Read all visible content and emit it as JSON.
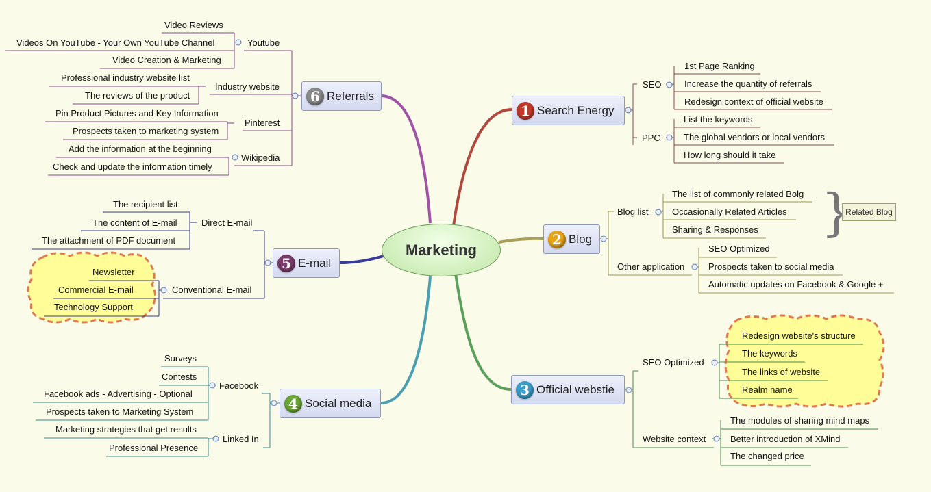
{
  "center": "Marketing",
  "topics": {
    "search_energy": {
      "number": "1",
      "label": "Search Energy",
      "color": "#c0392b"
    },
    "blog": {
      "number": "2",
      "label": "Blog",
      "color": "#e8a317"
    },
    "official_website": {
      "number": "3",
      "label": "Official webstie",
      "color": "#3a9ec9"
    },
    "social_media": {
      "number": "4",
      "label": "Social media",
      "color": "#6aa634"
    },
    "email": {
      "number": "5",
      "label": "E-mail",
      "color": "#7a3a6a"
    },
    "referrals": {
      "number": "6",
      "label": "Referrals",
      "color": "#8a8a8a"
    }
  },
  "search_energy": {
    "seo": "SEO",
    "seo_items": [
      "1st Page Ranking",
      "Increase the quantity of referrals",
      "Redesign context of official website"
    ],
    "ppc": "PPC",
    "ppc_items": [
      "List the keywords",
      "The global vendors or local vendors",
      "How long should it take"
    ]
  },
  "blog": {
    "blog_list": "Blog list",
    "blog_list_items": [
      "The list of commonly related Bolg",
      "Occasionally Related Articles",
      "Sharing & Responses"
    ],
    "related_blog": "Related Blog",
    "other_application": "Other application",
    "other_items": [
      "SEO Optimized",
      "Prospects taken to social media",
      "Automatic updates on Facebook & Google +"
    ]
  },
  "official_website": {
    "seo_optimized": "SEO Optimized",
    "seo_items": [
      "Redesign website's structure",
      "The keywords",
      "The links of website",
      "Realm name"
    ],
    "website_context": "Website context",
    "context_items": [
      "The modules of sharing mind maps",
      "Better introduction of XMind",
      "The changed price"
    ]
  },
  "social_media": {
    "facebook": "Facebook",
    "facebook_items": [
      "Surveys",
      "Contests",
      "Facebook ads - Advertising - Optional",
      "Prospects taken to Marketing System"
    ],
    "linkedin": "Linked In",
    "linkedin_items": [
      "Marketing strategies that get results",
      "Professional Presence"
    ]
  },
  "email": {
    "direct": "Direct E-mail",
    "direct_items": [
      "The recipient list",
      "The content of E-mail",
      "The attachment of PDF document"
    ],
    "conventional": "Conventional E-mail",
    "conventional_items": [
      "Newsletter",
      "Commercial E-mail",
      "Technology Support"
    ]
  },
  "referrals": {
    "youtube": "Youtube",
    "youtube_items": [
      "Video Reviews",
      "Videos On YouTube - Your Own YouTube Channel",
      "Video Creation & Marketing"
    ],
    "industry": "Industry website",
    "industry_items": [
      "Professional industry website list",
      "The reviews of the product"
    ],
    "pinterest": "Pinterest",
    "pinterest_items": [
      "Pin Product Pictures and Key Information",
      "Prospects taken to marketing system"
    ],
    "wikipedia": "Wikipedia",
    "wikipedia_items": [
      "Add the information at the beginning",
      "Check and update the information timely"
    ]
  },
  "colors": {
    "background": "#fbfbe9",
    "cloud_fill": "#fffd98",
    "cloud_border": "#e07a4f",
    "topic_border": "#8e9ab8"
  }
}
